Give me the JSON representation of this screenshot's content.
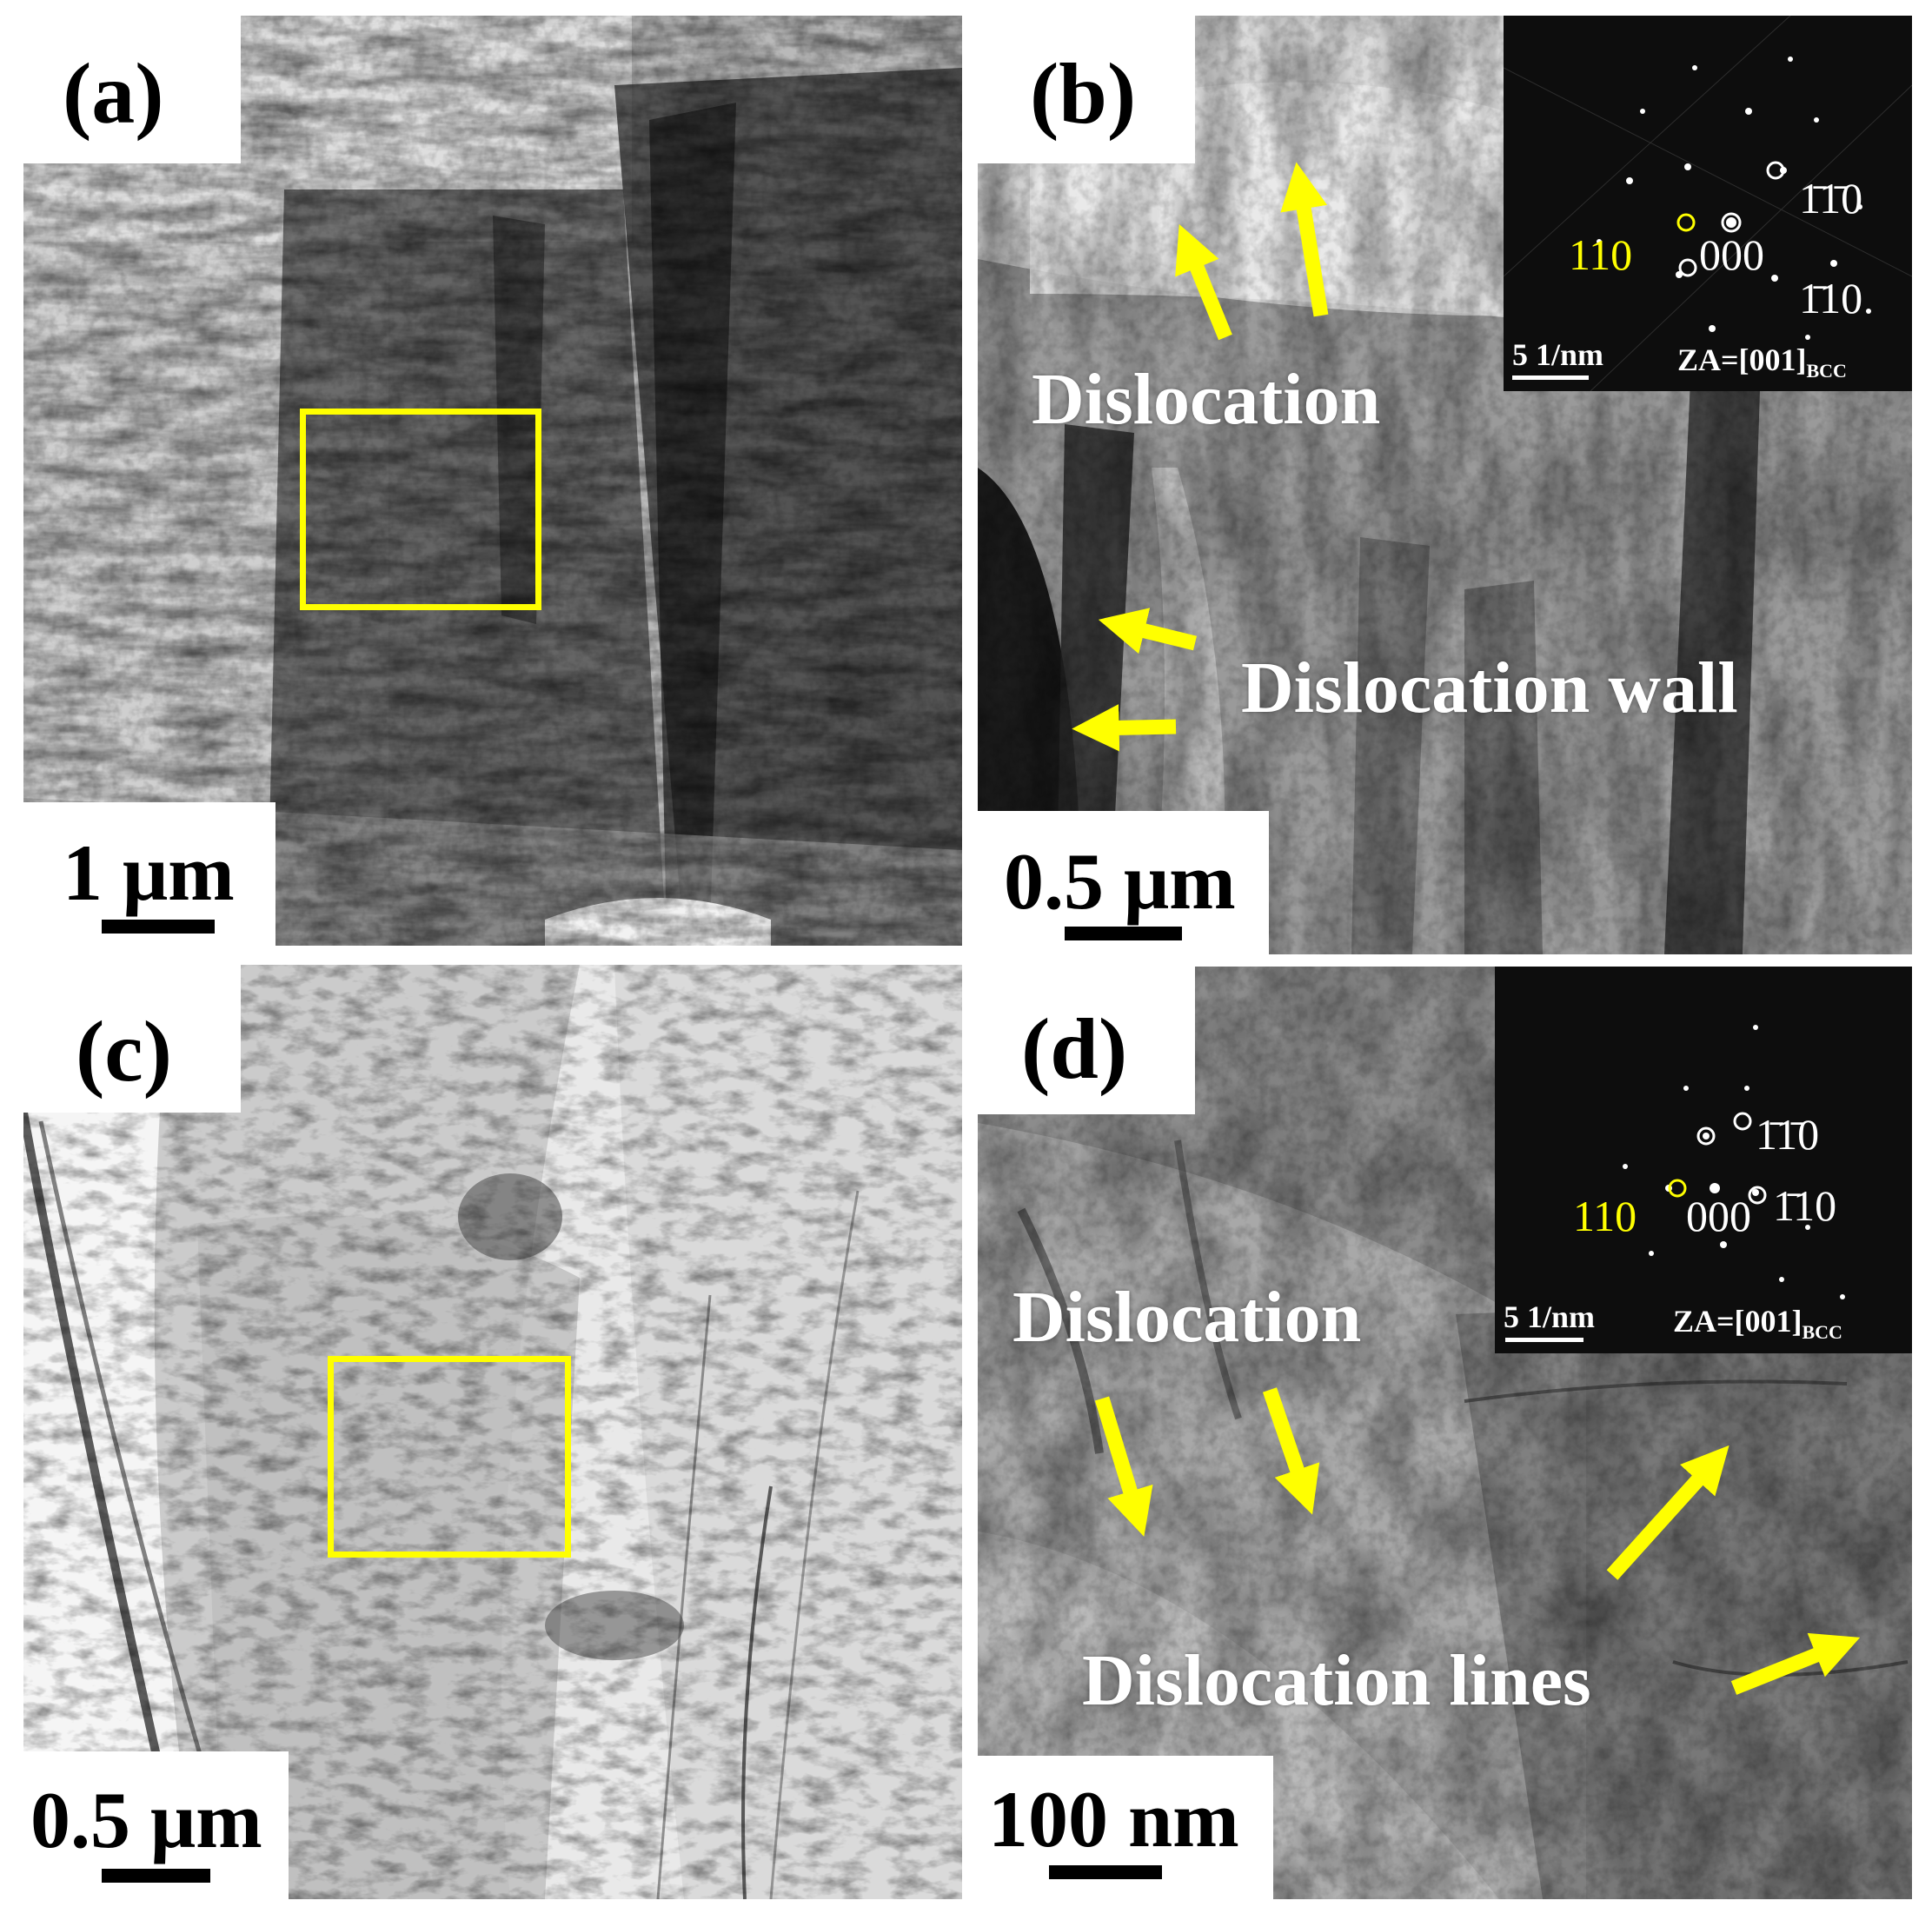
{
  "panels": {
    "a": {
      "label": "(a)",
      "scale_bar": "1 μm"
    },
    "b": {
      "label": "(b)",
      "scale_bar": "0.5 μm",
      "annotations": [
        "Dislocation",
        "Dislocation wall"
      ],
      "inset": {
        "scale": "5 1/nm",
        "zone_axis": "ZA=[001]",
        "zone_axis_sub": "BCC",
        "spot_center": "000",
        "spot_yellow": "110",
        "spot_top": "1̄1̄0",
        "spot_bottom": "1̄10"
      }
    },
    "c": {
      "label": "(c)",
      "scale_bar": "0.5 μm"
    },
    "d": {
      "label": "(d)",
      "scale_bar": "100 nm",
      "annotations": [
        "Dislocation",
        "Dislocation lines"
      ],
      "inset": {
        "scale": "5 1/nm",
        "zone_axis": "ZA=[001]",
        "zone_axis_sub": "BCC",
        "spot_center": "000",
        "spot_yellow": "110",
        "spot_top": "1̄1̄0",
        "spot_right": "1̄10"
      }
    }
  },
  "colors": {
    "annotation_arrow": "#ffff00",
    "roi_box": "#ffff00",
    "annotation_text": "#ffffff"
  }
}
